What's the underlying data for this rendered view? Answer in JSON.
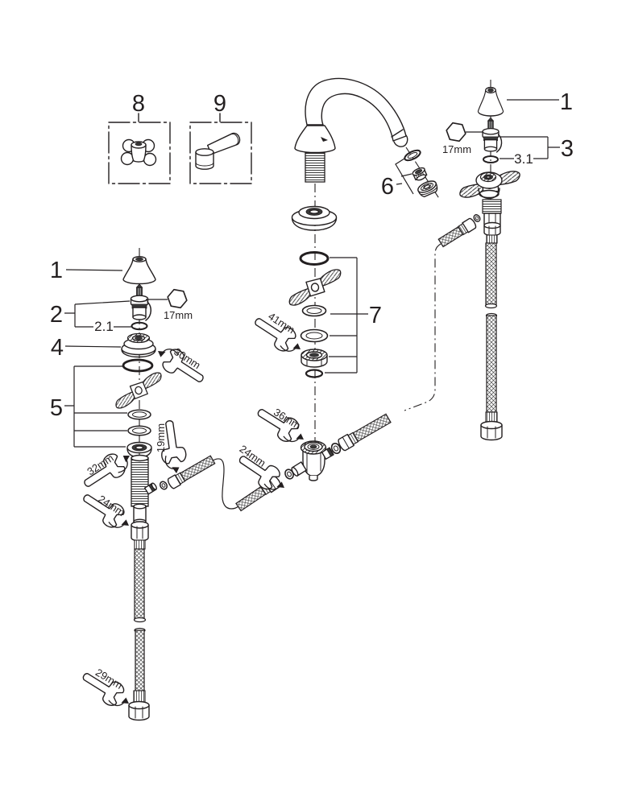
{
  "diagram": {
    "colors": {
      "line": "#231f20",
      "background": "#ffffff"
    },
    "callouts": {
      "cap_left": "1",
      "cap_right": "1",
      "cartridge_left": "2",
      "cartridge_left_oring": "2.1",
      "cartridge_right_group": "3",
      "cartridge_right_oring": "3.1",
      "dome_nut": "4",
      "fastening_set_left": "5",
      "aerator_group": "6",
      "fastening_set_center": "7",
      "cross_handle_option": "8",
      "lever_handle_option": "9"
    },
    "tools": {
      "hex_left": "17mm",
      "hex_right": "17mm",
      "wrench_dome_nut": "30mm",
      "wrench_shank_left": "32mm",
      "wrench_side_hose": "19mm",
      "wrench_hose_left": "24mm",
      "wrench_hose_bottom": "29mm",
      "wrench_center_nut": "41mm",
      "wrench_t_connector": "36mm",
      "wrench_hose_center": "24mm"
    }
  }
}
